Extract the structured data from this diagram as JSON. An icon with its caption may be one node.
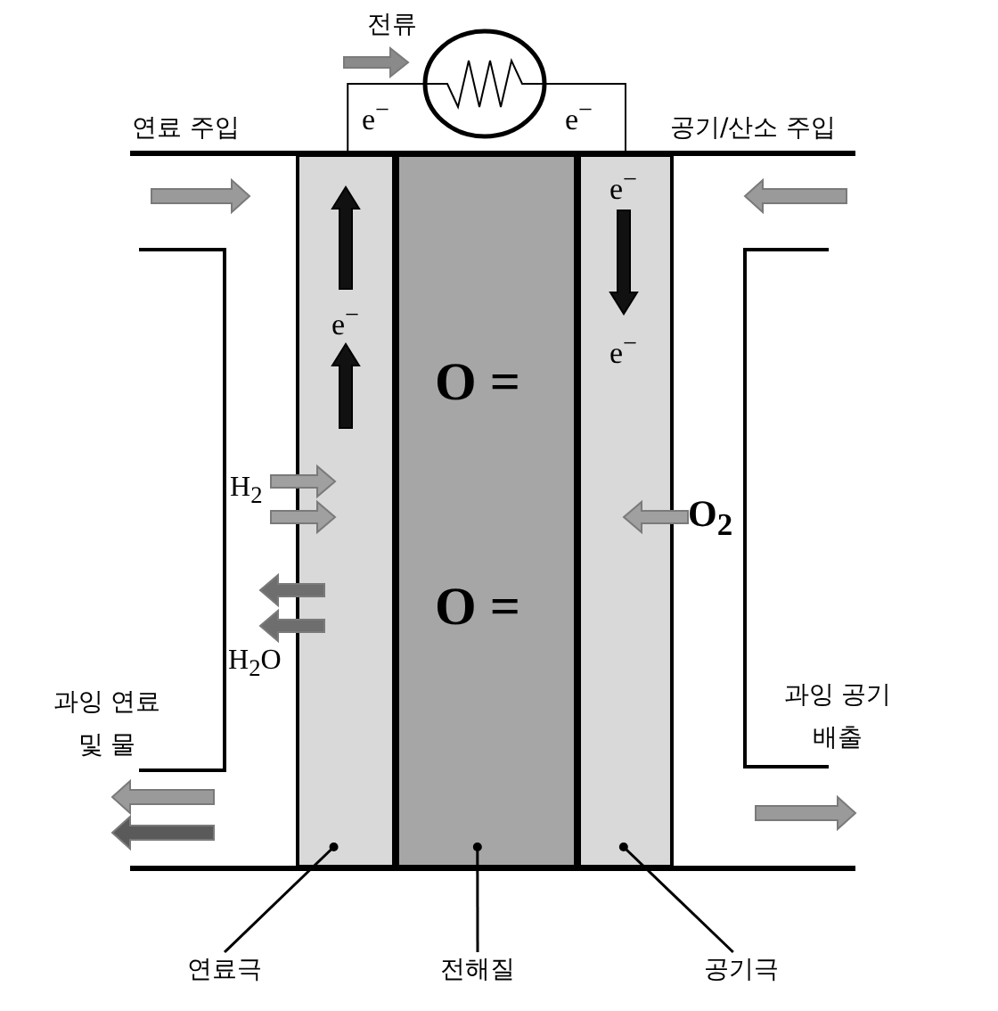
{
  "diagram": {
    "nodes": [
      {
        "text": [
          "e$^{−}$"
        ]
      },
      {
        "text": [
          "O =",
          "O ="
        ]
      },
      {
        "text": [
          "e$^{−}$",
          "e$^{−}$"
        ]
      },
      {
        "text": [
          "연료극"
        ]
      },
      {
        "text": [
          "전해질"
        ]
      },
      {
        "text": [
          "공기극"
        ]
      },
      {
        "text": [],
        "shape": "circle"
      }
    ],
    "edges": [
      {
        "from": 3,
        "to": 0,
        "arrow": "other"
      },
      {
        "from": 4,
        "to": 1,
        "arrow": "other"
      },
      {
        "from": 5,
        "to": 2,
        "arrow": "other"
      },
      {
        "from": 0,
        "to": 6,
        "arrow": "none",
        "label": "e$^{−}$"
      },
      {
        "from": 6,
        "to": 2,
        "arrow": "none",
        "label": "e$^{−}$"
      }
    ],
    "labels": [
      "전류",
      "연료 주입",
      "공기/산소 주입",
      "H$_{2}$",
      "O$_{2}$",
      "H$_{2}$O",
      "과잉 연료 및 물",
      "과잉 공기 배출"
    ]
  }
}
